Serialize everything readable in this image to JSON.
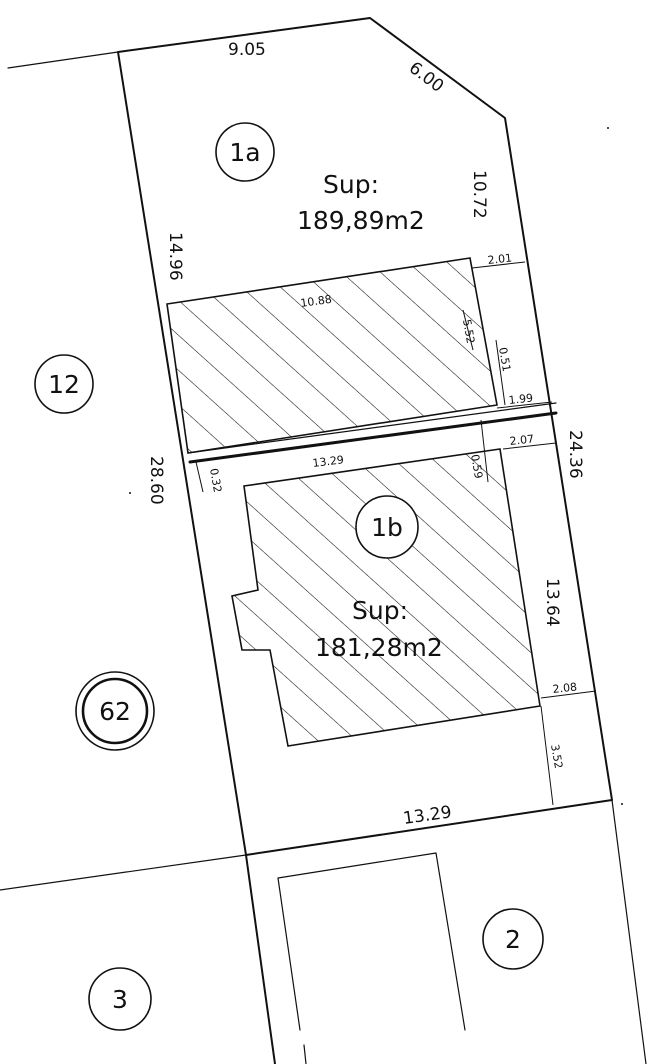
{
  "lots": {
    "lot_1a": "1a",
    "lot_1b": "1b",
    "lot_12": "12",
    "lot_62": "62",
    "lot_2": "2",
    "lot_3": "3"
  },
  "areas": {
    "sup_label_1a": "Sup:",
    "sup_value_1a": "189,89m2",
    "sup_label_1b": "Sup:",
    "sup_value_1b": "181,28m2"
  },
  "dimensions": {
    "top_edge": "9.05",
    "chamfer_edge": "6.00",
    "right_upper": "10.72",
    "left_upper": "14.96",
    "left_lower": "28.60",
    "right_lower": "24.36",
    "right_mid": "13.64",
    "bottom_edge": "13.29",
    "building_a_width": "10.88",
    "building_a_depth": "5.52",
    "setback_201": "2.01",
    "gap_051": "0.51",
    "setback_199": "1.99",
    "setback_207": "2.07",
    "partition": "13.29",
    "gap_059": "0.59",
    "gap_032": "0.32",
    "setback_208": "2.08",
    "rear_352": "3.52"
  }
}
